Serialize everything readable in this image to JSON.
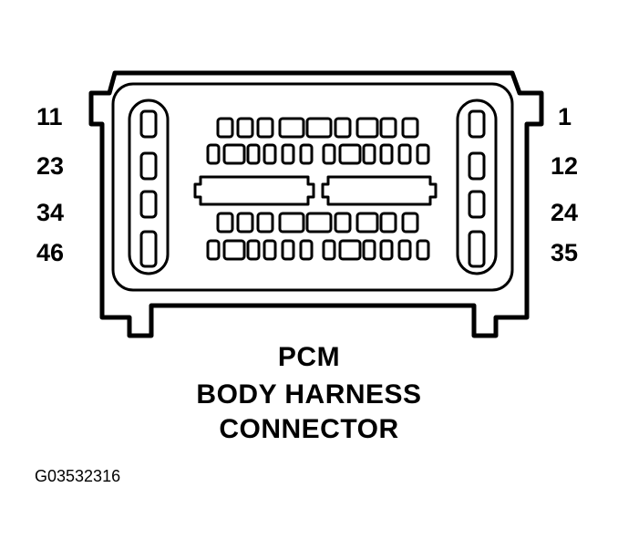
{
  "pin_labels": {
    "left": [
      "11",
      "23",
      "34",
      "46"
    ],
    "right": [
      "1",
      "12",
      "24",
      "35"
    ]
  },
  "caption": {
    "line1": "PCM",
    "line2": "BODY HARNESS",
    "line3": "CONNECTOR"
  },
  "figure_id": "G03532316"
}
